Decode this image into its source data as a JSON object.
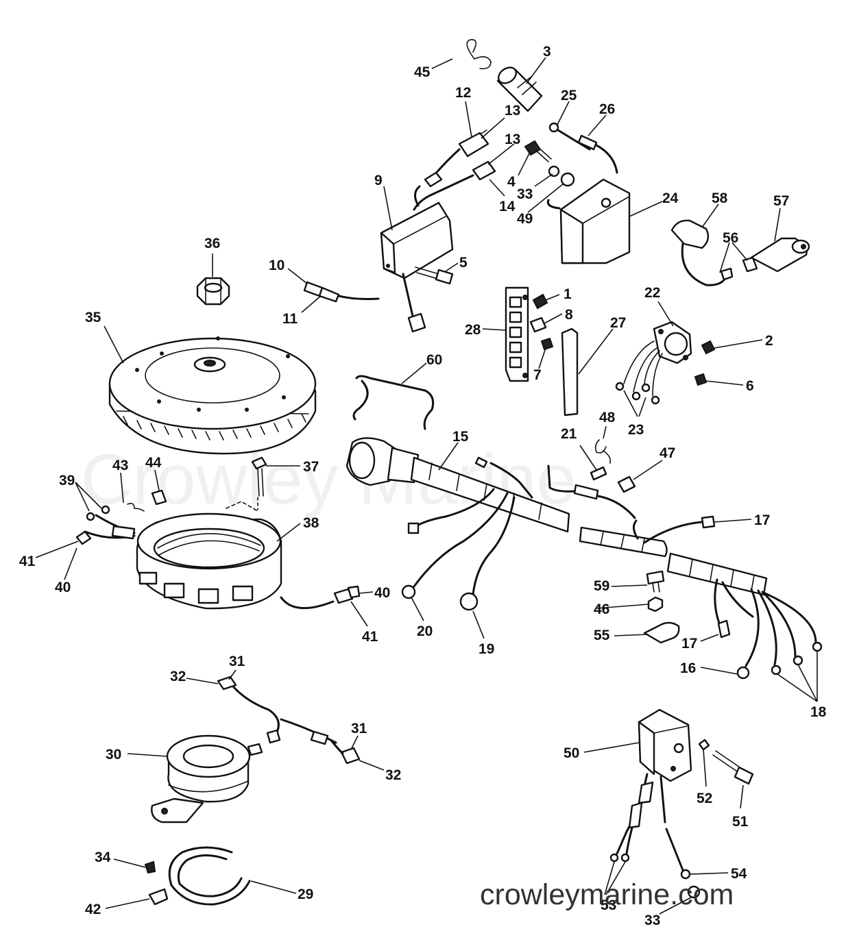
{
  "watermark": "Crowley Marine",
  "site_label": "crowleymarine.com",
  "callouts": {
    "c1": "1",
    "c2": "2",
    "c3": "3",
    "c4": "4",
    "c5": "5",
    "c6": "6",
    "c7": "7",
    "c8": "8",
    "c9": "9",
    "c10": "10",
    "c11": "11",
    "c12": "12",
    "c13a": "13",
    "c13b": "13",
    "c14": "14",
    "c15": "15",
    "c16": "16",
    "c17a": "17",
    "c17b": "17",
    "c18": "18",
    "c19": "19",
    "c20": "20",
    "c21": "21",
    "c22": "22",
    "c23": "23",
    "c24": "24",
    "c25": "25",
    "c26": "26",
    "c27": "27",
    "c28": "28",
    "c29": "29",
    "c30": "30",
    "c31a": "31",
    "c31b": "31",
    "c32a": "32",
    "c32b": "32",
    "c33a": "33",
    "c33b": "33",
    "c34": "34",
    "c35": "35",
    "c36": "36",
    "c37": "37",
    "c38": "38",
    "c39": "39",
    "c40a": "40",
    "c40b": "40",
    "c41a": "41",
    "c41b": "41",
    "c42": "42",
    "c43": "43",
    "c44": "44",
    "c45": "45",
    "c46": "46",
    "c47": "47",
    "c48": "48",
    "c49": "49",
    "c50": "50",
    "c51": "51",
    "c52": "52",
    "c53": "53",
    "c54": "54",
    "c55": "55",
    "c56": "56",
    "c57": "57",
    "c58": "58",
    "c59": "59",
    "c60": "60"
  }
}
